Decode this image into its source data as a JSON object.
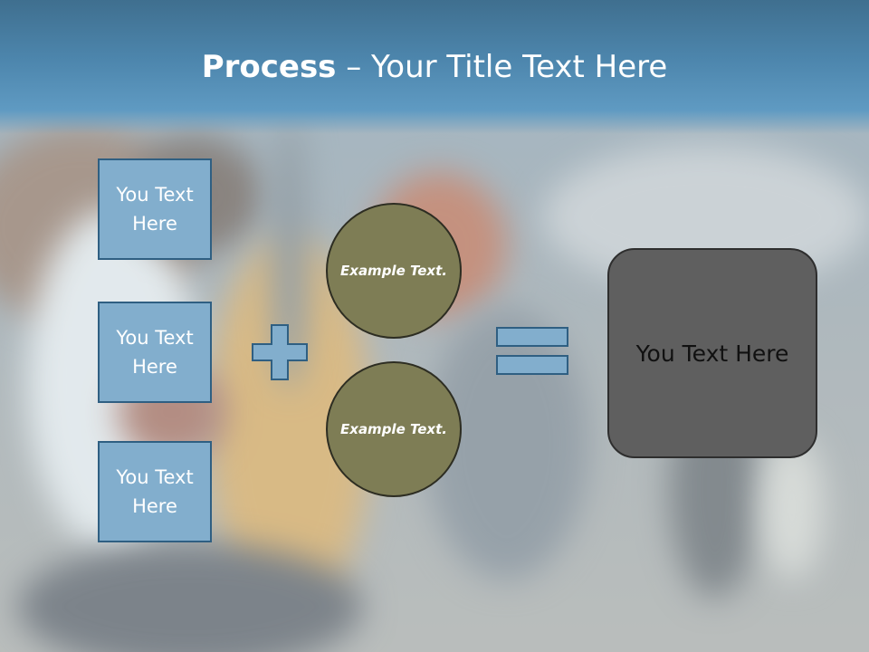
{
  "slide": {
    "title_bold": "Process",
    "title_rest": " – Your Title Text Here",
    "left_boxes": [
      "You Text Here",
      "You Text Here",
      "You Text Here"
    ],
    "circles": [
      "Example Text.",
      "Example Text."
    ],
    "result_text": "You Text Here"
  },
  "colors": {
    "header": "#4d86ad",
    "box_fill": "#82aecd",
    "box_border": "#2f5f82",
    "circle_fill": "#7e7d55",
    "result_fill": "#5f5f5f"
  },
  "icons": [
    "plus-icon",
    "equals-icon"
  ]
}
